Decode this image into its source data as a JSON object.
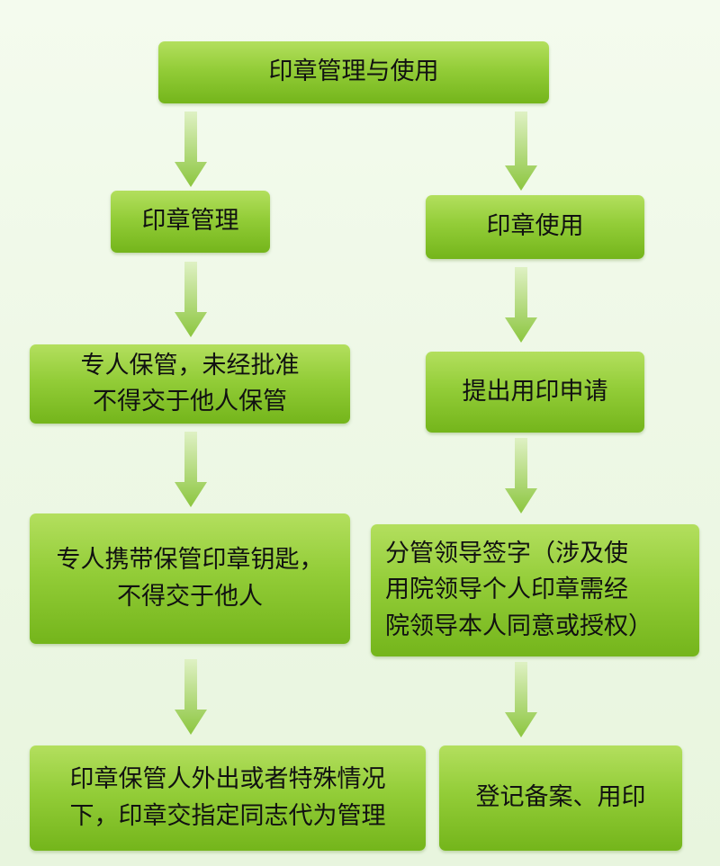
{
  "colors": {
    "box_top": "#b3df5e",
    "box_bottom": "#74b51b",
    "arrow_top": "#dff1c4",
    "arrow_bottom": "#8cc63f"
  },
  "root": {
    "label": "印章管理与使用"
  },
  "left_branch": {
    "title": "印章管理",
    "steps": [
      "专人保管，未经批准\n不得交于他人保管",
      "专人携带保管印章钥匙，\n不得交于他人",
      "印章保管人外出或者特殊情况\n下，印章交指定同志代为管理"
    ]
  },
  "right_branch": {
    "title": "印章使用",
    "steps": [
      "提出用印申请",
      "分管领导签字（涉及使\n用院领导个人印章需经\n院领导本人同意或授权）",
      "登记备案、用印"
    ]
  }
}
